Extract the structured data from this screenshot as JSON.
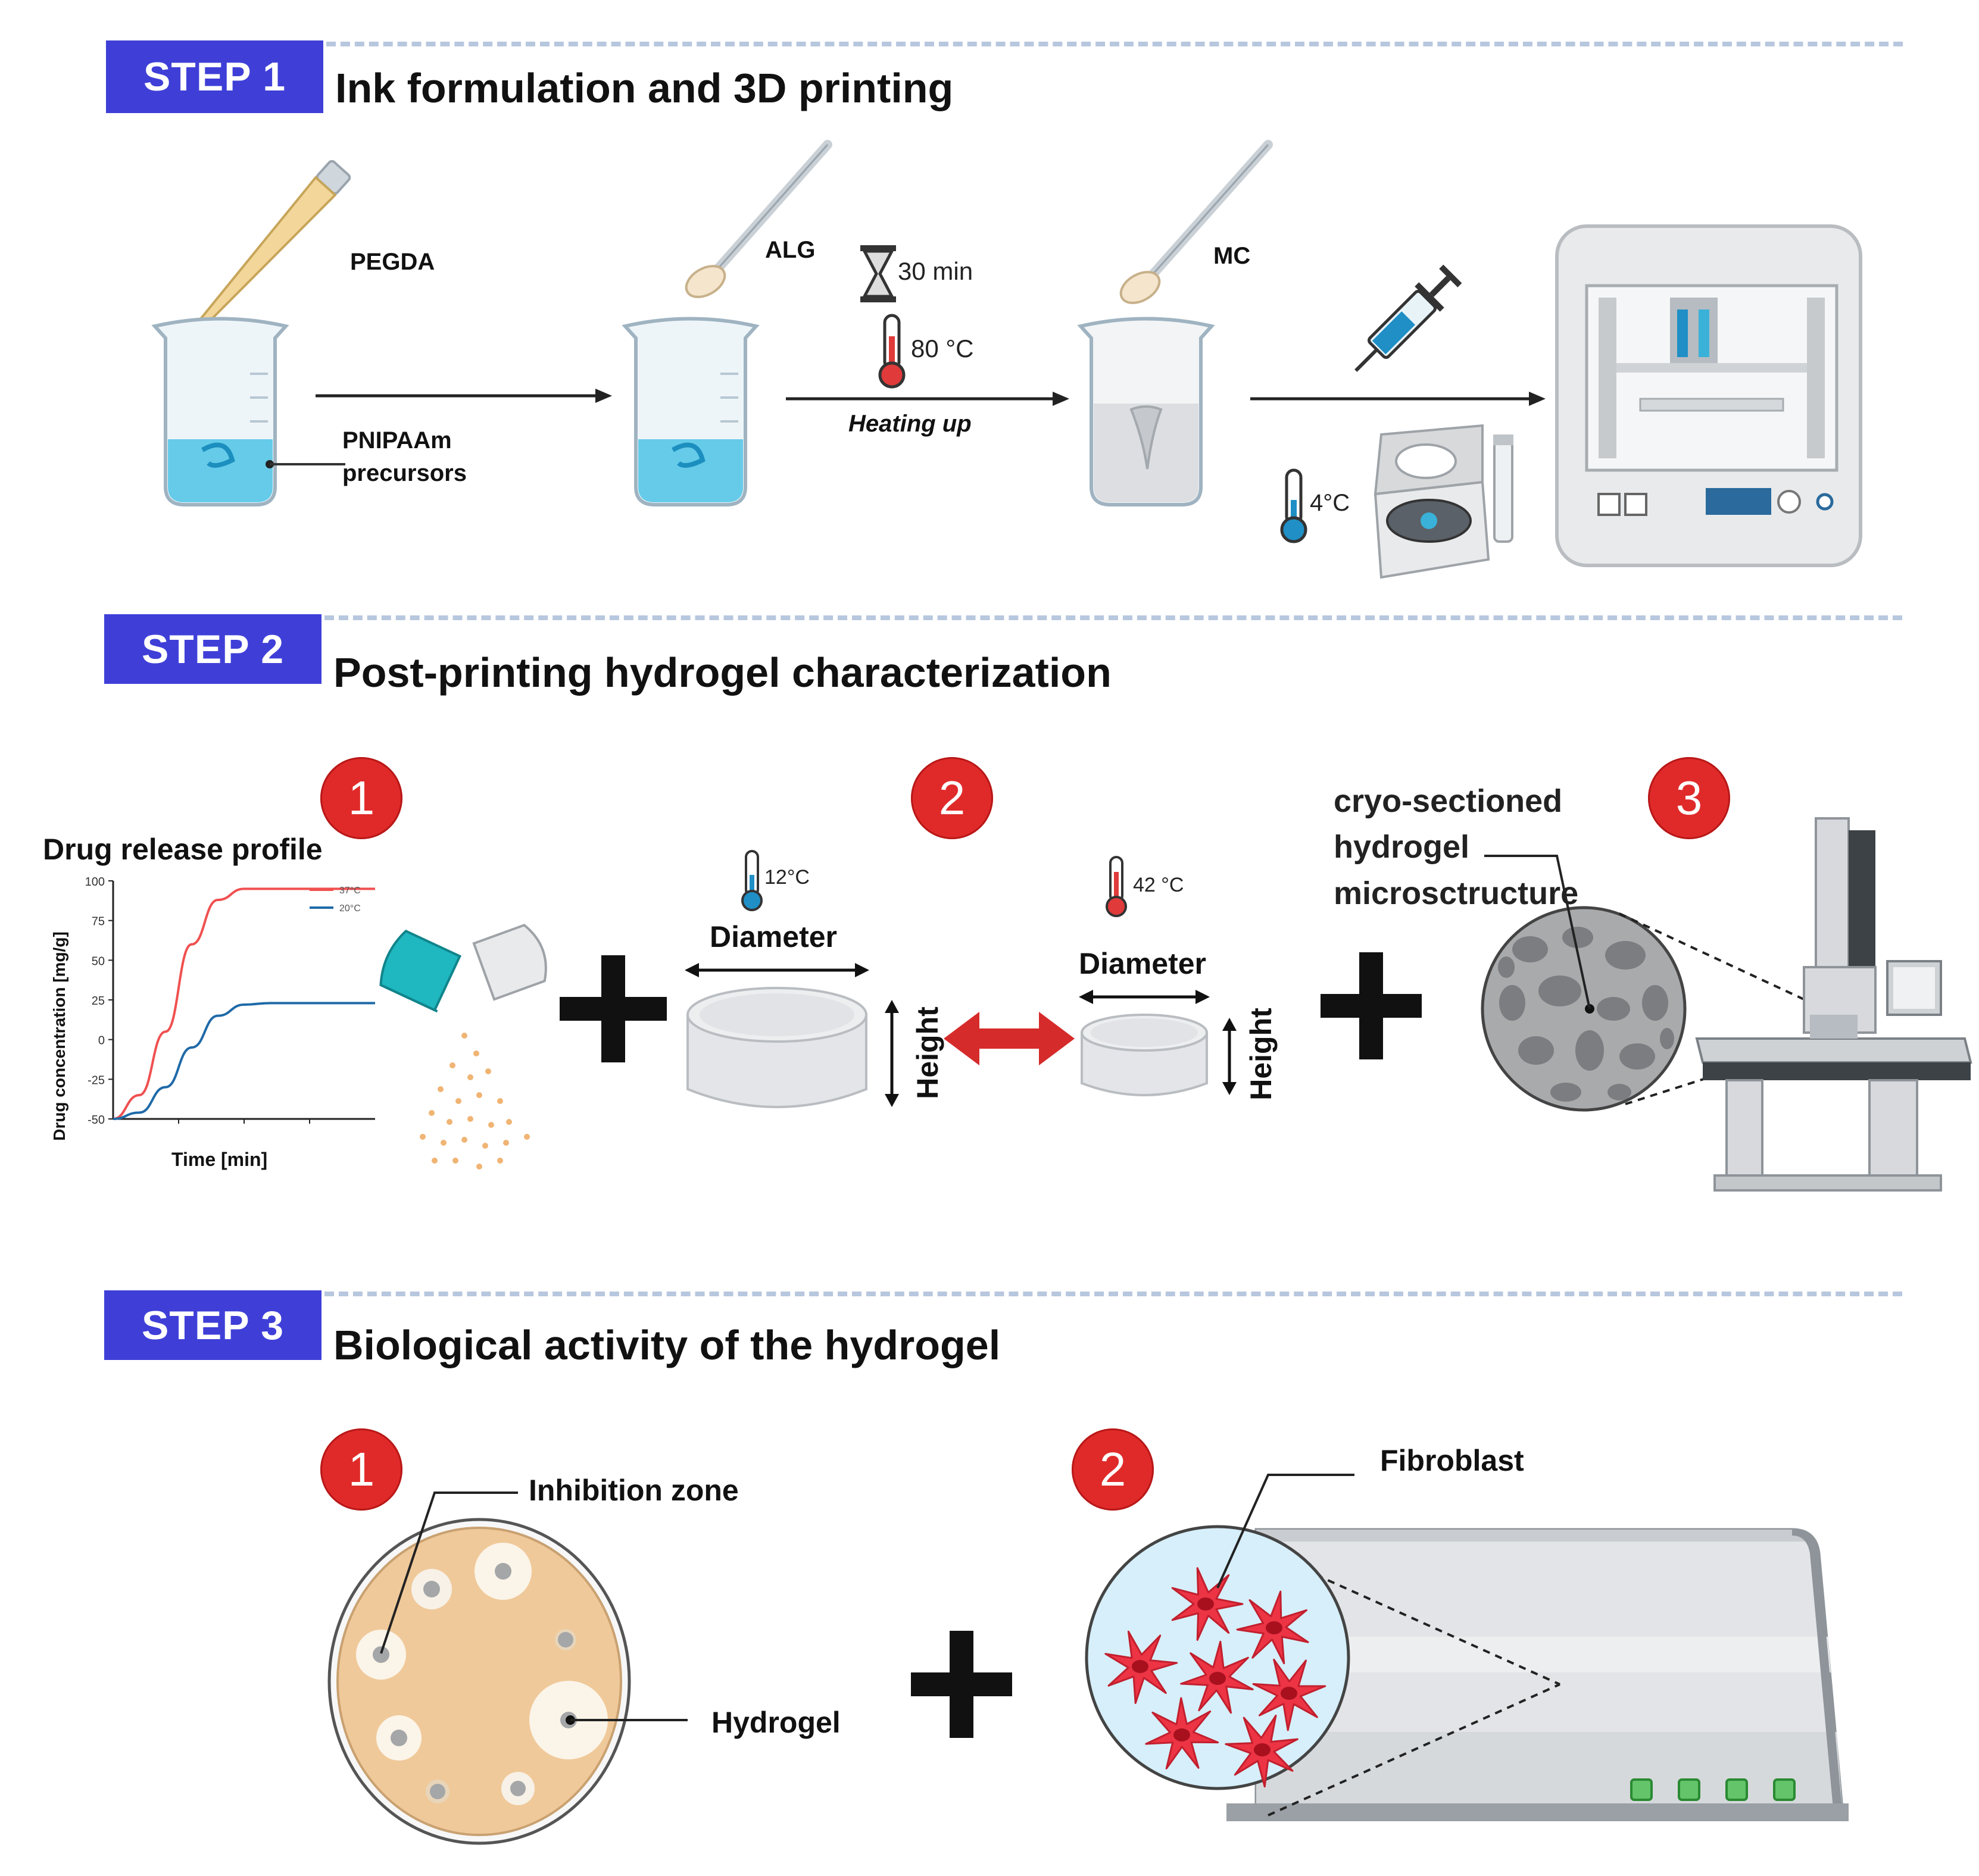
{
  "step1": {
    "badge": "STEP 1",
    "title": "Ink formulation and 3D printing",
    "labels": {
      "pegda": "PEGDA",
      "pnipaam_line1": "PNIPAAm",
      "pnipaam_line2": "precursors",
      "alg": "ALG",
      "time": "30 min",
      "temp": "80 °C",
      "heating": "Heating up",
      "mc": "MC",
      "cold": "4°C"
    }
  },
  "step2": {
    "badge": "STEP 2",
    "title": "Post-printing hydrogel characterization",
    "numbers": [
      "1",
      "2",
      "3"
    ],
    "drug_release_title": "Drug release profile",
    "swelling": {
      "temp_low": "12°C",
      "temp_high": "42 °C",
      "diameter_label": "Diameter",
      "height_label": "Height"
    },
    "cryo_line1": "cryo-sectioned",
    "cryo_line2": "hydrogel",
    "cryo_line3": "microsctructure"
  },
  "chart_data": {
    "type": "line",
    "title": "Drug release profile",
    "xlabel": "Time [min]",
    "ylabel": "Drug concentration [mg/g]",
    "yticks": [
      "100",
      "75",
      "50",
      "25",
      "0",
      "-25",
      "-50"
    ],
    "ylim": [
      -50,
      100
    ],
    "xlim": [
      0,
      100
    ],
    "grid": false,
    "legend_position": "top-right",
    "series": [
      {
        "name": "37°C",
        "color": "#f05050",
        "x": [
          0,
          10,
          20,
          30,
          40,
          50,
          60,
          70,
          80,
          90,
          100
        ],
        "y": [
          -50,
          -35,
          5,
          60,
          88,
          95,
          95,
          95,
          95,
          95,
          95
        ]
      },
      {
        "name": "20°C",
        "color": "#1f6aa8",
        "x": [
          0,
          10,
          20,
          30,
          40,
          50,
          60,
          70,
          80,
          90,
          100
        ],
        "y": [
          -50,
          -46,
          -30,
          -5,
          15,
          22,
          23,
          23,
          23,
          23,
          23
        ]
      }
    ]
  },
  "step3": {
    "badge": "STEP 3",
    "title": "Biological activity of the hydrogel",
    "numbers": [
      "1",
      "2"
    ],
    "inhibition_zone": "Inhibition zone",
    "hydrogel": "Hydrogel",
    "fibroblast": "Fibroblast"
  },
  "colors": {
    "badge": "#3f3fd8",
    "number_circle": "#e02a2a",
    "liquid_blue": "#4cc3e6",
    "agar": "#f0c99a",
    "cell_red": "#ec3444",
    "arrow_red": "#d62b2b"
  }
}
